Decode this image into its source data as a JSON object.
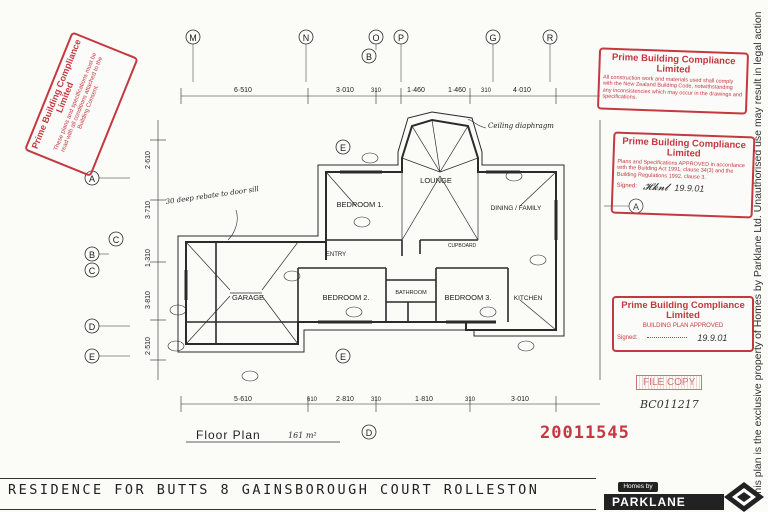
{
  "title_block": {
    "text": "RESIDENCE FOR BUTTS 8 GAINSBOROUGH COURT ROLLESTON"
  },
  "side_note": "This plan is the exclusive property of Homes by Parklane Ltd. Unauthorised use may result in legal action",
  "plan": {
    "title": "Floor Plan",
    "area": "161 m²",
    "rooms": {
      "lounge": "LOUNGE",
      "bedroom1": "BEDROOM 1.",
      "bedroom2": "BEDROOM 2.",
      "bedroom3": "BEDROOM 3.",
      "garage": "GARAGE",
      "dining": "DINING / FAMILY",
      "kitchen": "KITCHEN",
      "bathroom": "BATHROOM",
      "entry": "ENTRY",
      "cupboard": "CUPBOARD"
    },
    "notes": {
      "ceiling": "Ceiling diaphragm",
      "rebate": "30 deep rebate to door sill"
    },
    "grid_top": [
      "M",
      "N",
      "O",
      "P",
      "G",
      "R"
    ],
    "grid_left": [
      "A",
      "B",
      "C",
      "D",
      "E"
    ],
    "grid_right": [
      "A"
    ],
    "grid_mid": [
      "B",
      "E",
      "E",
      "D"
    ],
    "dims_top": [
      "6·510",
      "3·010",
      "310",
      "1·460",
      "1·460",
      "310",
      "4·010"
    ],
    "dims_bottom": [
      "5·610",
      "610",
      "2·810",
      "310",
      "1·810",
      "310",
      "3·010"
    ],
    "dims_left": [
      "2·610",
      "3·710",
      "1·310",
      "3·810",
      "2·510"
    ]
  },
  "stamps": {
    "rotated": {
      "title": "Prime Building Compliance Limited",
      "body": "These plans and specifications must be read with all conditions attached to the Building Consent."
    },
    "top": {
      "title": "Prime Building Compliance Limited",
      "body": "All construction work and materials used shall comply with the New Zealand Building Code, notwithstanding any inconsistencies which may occur in the drawings and specifications."
    },
    "middle": {
      "title": "Prime Building Compliance Limited",
      "body": "Plans and Specifications APPROVED in accordance with the Building Act 1991, clause 34(3) and the Building Regulations 1992, clause 3.",
      "signed_label": "Signed:",
      "date": "19.9.01"
    },
    "bottom": {
      "title": "Prime Building Compliance Limited",
      "body": "BUILDING PLAN APPROVED",
      "signed_label": "Signed:",
      "date": "19.9.01"
    }
  },
  "file_copy": "FILE COPY",
  "file_ref": "BC011217",
  "permit_number": "20011545",
  "logo": {
    "top": "Homes by",
    "main": "PARKLANE"
  },
  "colors": {
    "stamp_red": "#c4383f",
    "ink": "#2b2b2b"
  }
}
